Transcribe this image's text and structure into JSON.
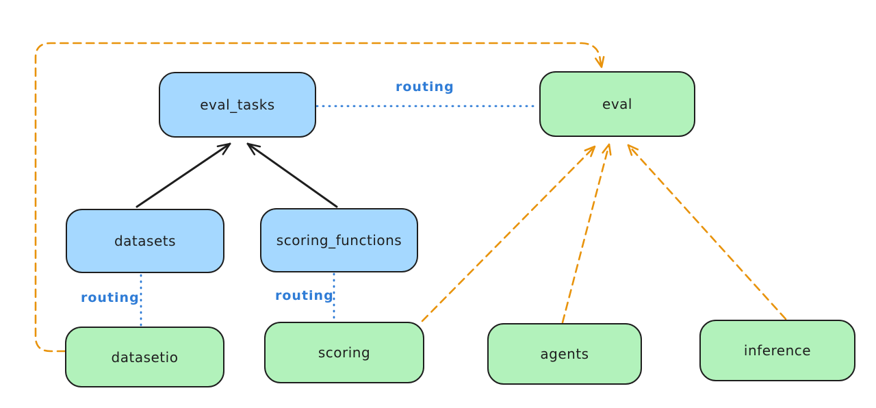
{
  "colors": {
    "background": "#ffffff",
    "node_blue_fill": "#a5d8ff",
    "node_green_fill": "#b2f2bb",
    "node_stroke": "#1e1e1e",
    "arrow_black": "#1e1e1e",
    "arrow_orange": "#e8930c",
    "routing_blue": "#2f7cd6"
  },
  "nodes": {
    "eval_tasks": {
      "label": "eval_tasks",
      "fill": "blue"
    },
    "eval": {
      "label": "eval",
      "fill": "green"
    },
    "datasets": {
      "label": "datasets",
      "fill": "blue"
    },
    "scoring_functions": {
      "label": "scoring_functions",
      "fill": "blue"
    },
    "datasetio": {
      "label": "datasetio",
      "fill": "green"
    },
    "scoring": {
      "label": "scoring",
      "fill": "green"
    },
    "agents": {
      "label": "agents",
      "fill": "green"
    },
    "inference": {
      "label": "inference",
      "fill": "green"
    }
  },
  "edges": [
    {
      "id": "datasets-to-eval_tasks",
      "from": "datasets",
      "to": "eval_tasks",
      "style": "solid-arrow",
      "color": "black"
    },
    {
      "id": "scoring_functions-to-eval_tasks",
      "from": "scoring_functions",
      "to": "eval_tasks",
      "style": "solid-arrow",
      "color": "black"
    },
    {
      "id": "eval_tasks-to-eval",
      "from": "eval_tasks",
      "to": "eval",
      "style": "dotted",
      "color": "blue",
      "label": "routing"
    },
    {
      "id": "datasets-to-datasetio",
      "from": "datasets",
      "to": "datasetio",
      "style": "dotted",
      "color": "blue",
      "label": "routing"
    },
    {
      "id": "scoring_functions-to-scoring",
      "from": "scoring_functions",
      "to": "scoring",
      "style": "dotted",
      "color": "blue",
      "label": "routing"
    },
    {
      "id": "datasetio-to-eval",
      "from": "datasetio",
      "to": "eval",
      "style": "dashed-arrow",
      "color": "orange"
    },
    {
      "id": "scoring-to-eval",
      "from": "scoring",
      "to": "eval",
      "style": "dashed-arrow",
      "color": "orange"
    },
    {
      "id": "agents-to-eval",
      "from": "agents",
      "to": "eval",
      "style": "dashed-arrow",
      "color": "orange"
    },
    {
      "id": "inference-to-eval",
      "from": "inference",
      "to": "eval",
      "style": "dashed-arrow",
      "color": "orange"
    }
  ]
}
